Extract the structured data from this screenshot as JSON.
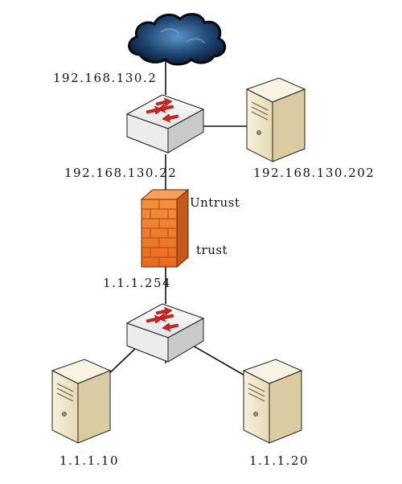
{
  "diagram": {
    "labels": {
      "internet_ip": "192.168.130.2",
      "switch_top_ip": "192.168.130.22",
      "server_top_ip": "192.168.130.202",
      "untrust": "Untrust",
      "trust": "trust",
      "switch_bottom_ip": "1.1.1.254",
      "server_left_ip": "1.1.1.10",
      "server_right_ip": "1.1.1.20"
    },
    "colors": {
      "cloud_dark": "#0f1e33",
      "cloud_light": "#4a7fb0",
      "switch_face": "#f3f3f3",
      "switch_side": "#d9d9d9",
      "arrow_red": "#d81e1e",
      "firewall_orange": "#f07a2a",
      "firewall_dark": "#c45a14",
      "server_tan": "#efe6c8",
      "server_side": "#d9cda3",
      "line": "#111111"
    },
    "icons": [
      "cloud-icon",
      "switch-icon",
      "firewall-icon",
      "server-icon"
    ]
  }
}
